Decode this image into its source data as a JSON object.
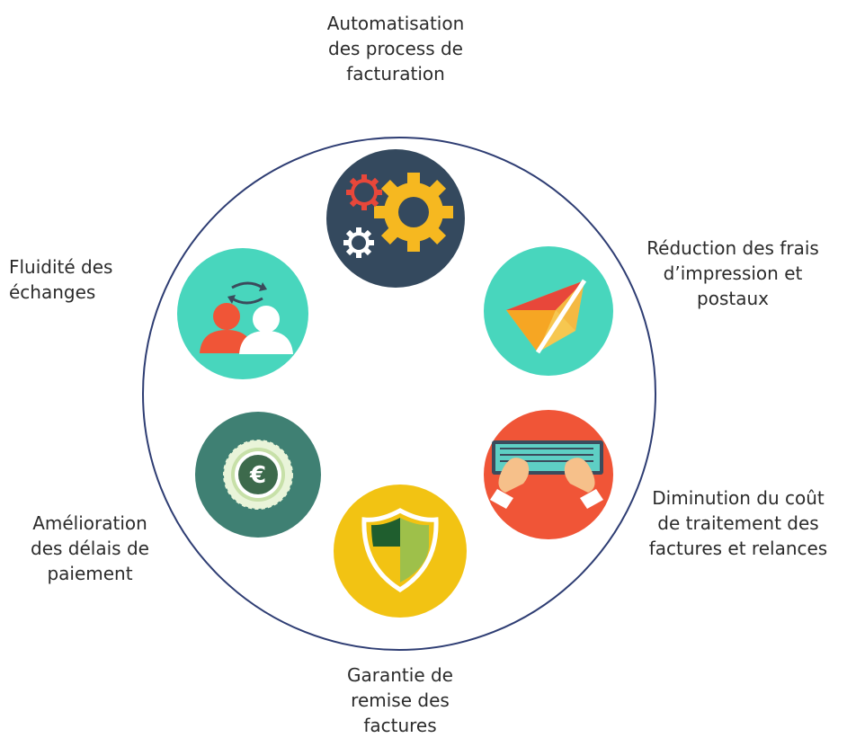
{
  "diagram": {
    "colors": {
      "ring": "#2e3d73",
      "dark_navy": "#34495e",
      "teal": "#48d6bd",
      "red_orange": "#f05537",
      "yellow": "#f2c313",
      "dark_teal": "#3f8073",
      "accent_red": "#e8473a",
      "accent_orange": "#f6a623",
      "white": "#ffffff"
    },
    "benefits": [
      {
        "id": "automation",
        "icon": "gears-icon",
        "lines": [
          "Automatisation",
          "des process de",
          "facturation"
        ]
      },
      {
        "id": "print-costs",
        "icon": "envelope-icon",
        "lines": [
          "Réduction des frais",
          "d’impression et",
          "postaux"
        ]
      },
      {
        "id": "processing-cost",
        "icon": "keyboard-icon",
        "lines": [
          "Diminution du coût",
          "de traitement des",
          "factures et relances"
        ]
      },
      {
        "id": "delivery-guarantee",
        "icon": "shield-icon",
        "lines": [
          "Garantie de",
          "remise des",
          "factures"
        ]
      },
      {
        "id": "payment-delays",
        "icon": "euro-coin-icon",
        "lines": [
          "Amélioration",
          "des délais de",
          "paiement"
        ]
      },
      {
        "id": "exchange-fluidity",
        "icon": "people-exchange-icon",
        "lines": [
          "Fluidité des",
          "échanges"
        ]
      }
    ]
  }
}
